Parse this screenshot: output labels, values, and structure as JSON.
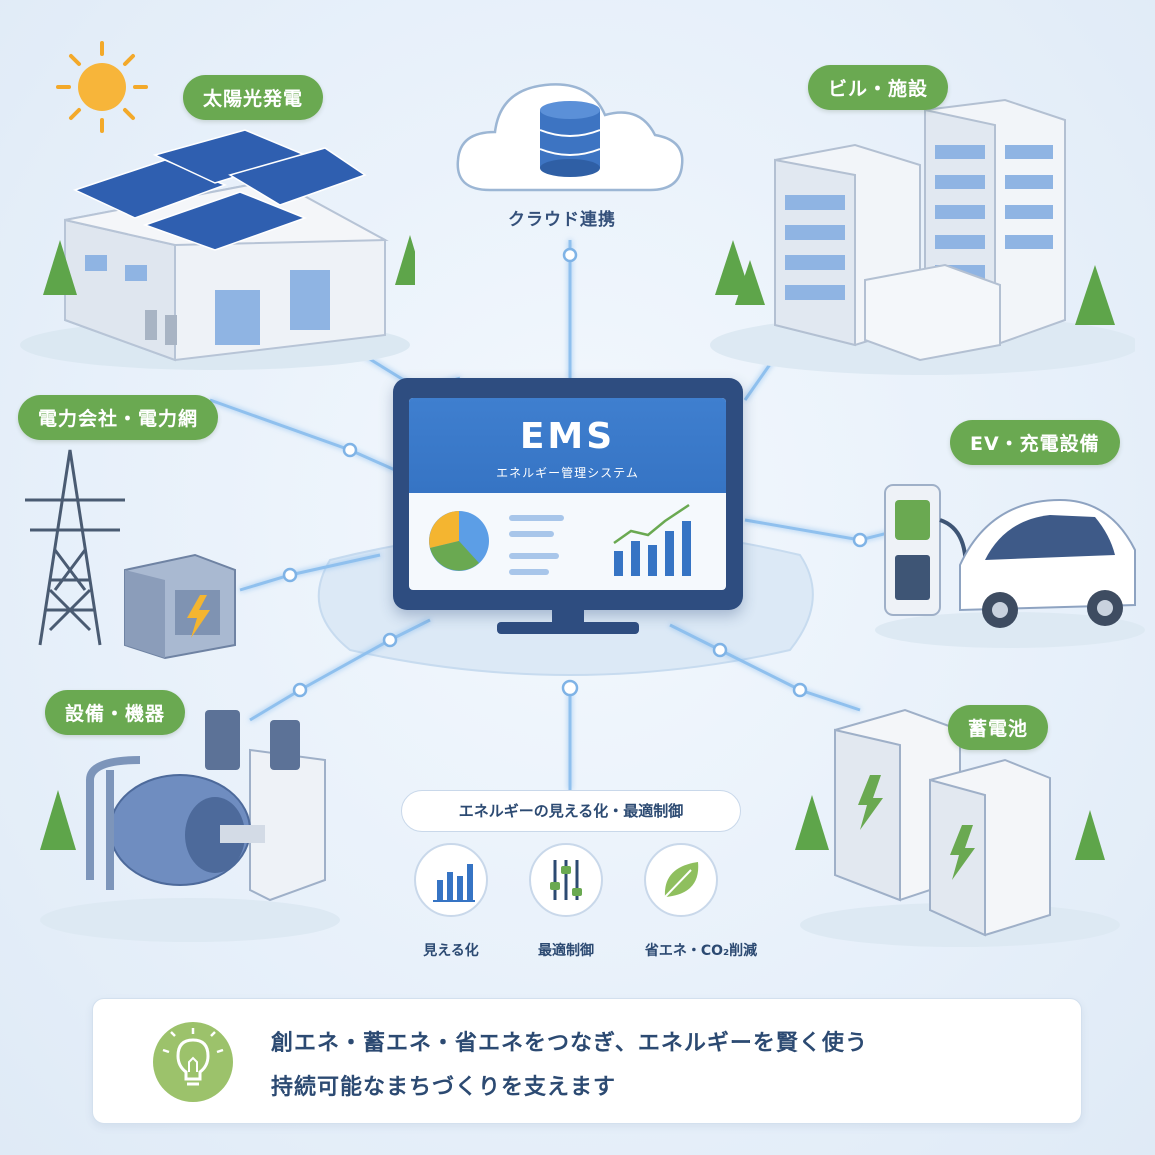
{
  "labels": {
    "solar": "太陽光発電",
    "building": "ビル・施設",
    "grid": "電力会社・電力網",
    "ev": "EV・充電設備",
    "equipment": "設備・機器",
    "battery": "蓄電池"
  },
  "cloud": {
    "label": "クラウド連携",
    "icon": "database-icon"
  },
  "monitor": {
    "title": "EMS",
    "subtitle": "エネルギー管理システム"
  },
  "features": {
    "header": "エネルギーの見える化・最適制御",
    "items": [
      {
        "label": "見える化",
        "icon": "bar-chart-icon"
      },
      {
        "label": "最適制御",
        "icon": "sliders-icon"
      },
      {
        "label": "省エネ・CO₂削減",
        "icon": "leaf-icon"
      }
    ]
  },
  "message": {
    "line1": "創エネ・蓄エネ・省エネをつなぎ、エネルギーを賢く使う",
    "line2": "持続可能なまちづくりを支えます",
    "icon": "lightbulb-icon"
  },
  "colors": {
    "accent_green": "#6aa951",
    "primary_blue": "#3674c4",
    "text_dark": "#2c4a72"
  }
}
